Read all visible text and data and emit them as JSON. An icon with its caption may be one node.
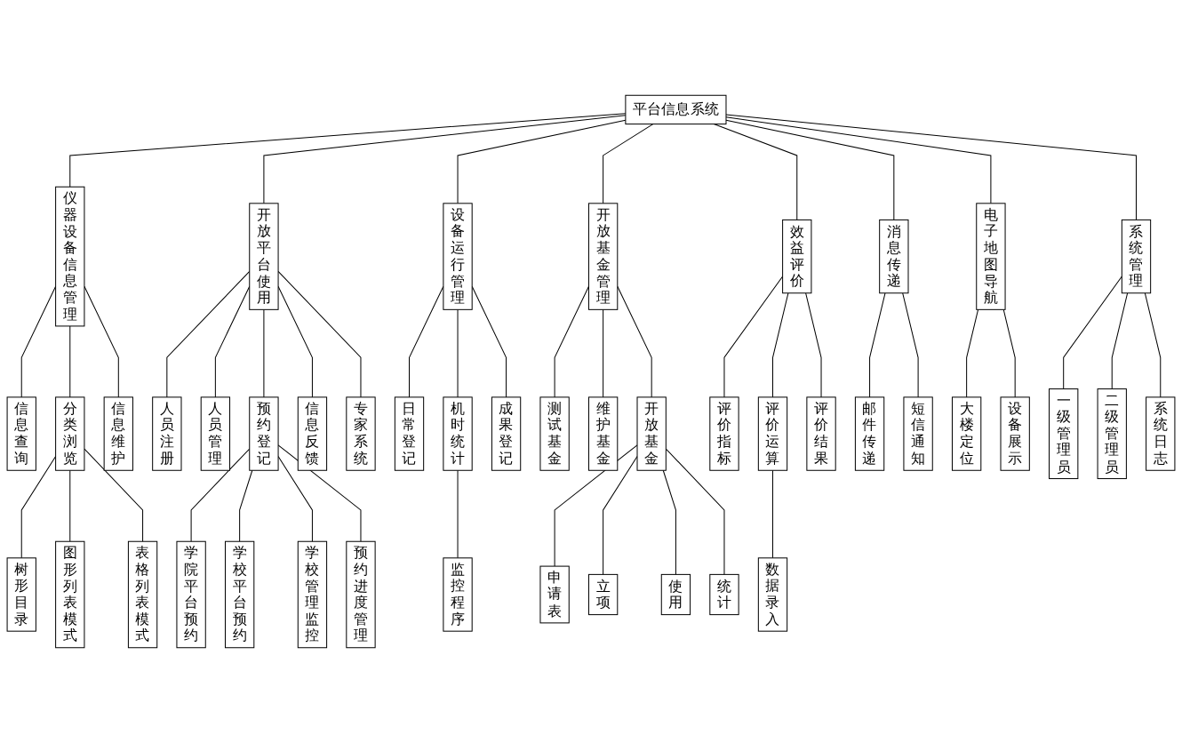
{
  "diagram": {
    "nodes": [
      {
        "text": [
          "平台信息系统"
        ]
      },
      {
        "text": [
          "仪器设备信息管理"
        ]
      },
      {
        "text": [
          "开放平台使用"
        ]
      },
      {
        "text": [
          "设备运行管理"
        ]
      },
      {
        "text": [
          "开放基金管理"
        ]
      },
      {
        "text": [
          "效益评价"
        ]
      },
      {
        "text": [
          "消息传递"
        ]
      },
      {
        "text": [
          "电子地图导航"
        ]
      },
      {
        "text": [
          "系统管理"
        ]
      },
      {
        "text": [
          "信息查询"
        ]
      },
      {
        "text": [
          "分类浏览"
        ]
      },
      {
        "text": [
          "信息维护"
        ]
      },
      {
        "text": [
          "人员注册"
        ]
      },
      {
        "text": [
          "人员管理"
        ]
      },
      {
        "text": [
          "预约登记"
        ]
      },
      {
        "text": [
          "信息反馈"
        ]
      },
      {
        "text": [
          "专家系统"
        ]
      },
      {
        "text": [
          "日常登记"
        ]
      },
      {
        "text": [
          "机时统计"
        ]
      },
      {
        "text": [
          "成果登记"
        ]
      },
      {
        "text": [
          "测试基金"
        ]
      },
      {
        "text": [
          "维护基金"
        ]
      },
      {
        "text": [
          "开放基金"
        ]
      },
      {
        "text": [
          "评价指标"
        ]
      },
      {
        "text": [
          "评价运算"
        ]
      },
      {
        "text": [
          "评价结果"
        ]
      },
      {
        "text": [
          "邮件传递"
        ]
      },
      {
        "text": [
          "短信通知"
        ]
      },
      {
        "text": [
          "大楼定位"
        ]
      },
      {
        "text": [
          "设备展示"
        ]
      },
      {
        "text": [
          "一级管理员"
        ]
      },
      {
        "text": [
          "二级管理员"
        ]
      },
      {
        "text": [
          "系统日志"
        ]
      },
      {
        "text": [
          "树形目录"
        ]
      },
      {
        "text": [
          "图形列表模式"
        ]
      },
      {
        "text": [
          "表格列表模式"
        ]
      },
      {
        "text": [
          "学院平台预约"
        ]
      },
      {
        "text": [
          "学校平台预约"
        ]
      },
      {
        "text": [
          "学校管理监控"
        ]
      },
      {
        "text": [
          "预约进度管理"
        ]
      },
      {
        "text": [
          "监控程序"
        ]
      },
      {
        "text": [
          "申请表"
        ]
      },
      {
        "text": [
          "立项"
        ]
      },
      {
        "text": [
          "使用"
        ]
      },
      {
        "text": [
          "统计"
        ]
      },
      {
        "text": [
          "数据录入"
        ]
      }
    ],
    "edges": [
      {
        "from": 0,
        "to": 1,
        "arrow": "none"
      },
      {
        "from": 0,
        "to": 2,
        "arrow": "none"
      },
      {
        "from": 0,
        "to": 3,
        "arrow": "none"
      },
      {
        "from": 0,
        "to": 4,
        "arrow": "none"
      },
      {
        "from": 0,
        "to": 5,
        "arrow": "none"
      },
      {
        "from": 0,
        "to": 6,
        "arrow": "none"
      },
      {
        "from": 0,
        "to": 7,
        "arrow": "none"
      },
      {
        "from": 0,
        "to": 8,
        "arrow": "none"
      },
      {
        "from": 1,
        "to": 9,
        "arrow": "none"
      },
      {
        "from": 1,
        "to": 10,
        "arrow": "none"
      },
      {
        "from": 1,
        "to": 11,
        "arrow": "none"
      },
      {
        "from": 2,
        "to": 12,
        "arrow": "none"
      },
      {
        "from": 2,
        "to": 13,
        "arrow": "none"
      },
      {
        "from": 2,
        "to": 14,
        "arrow": "none"
      },
      {
        "from": 2,
        "to": 15,
        "arrow": "none"
      },
      {
        "from": 2,
        "to": 16,
        "arrow": "none"
      },
      {
        "from": 3,
        "to": 17,
        "arrow": "none"
      },
      {
        "from": 3,
        "to": 18,
        "arrow": "none"
      },
      {
        "from": 3,
        "to": 19,
        "arrow": "none"
      },
      {
        "from": 4,
        "to": 20,
        "arrow": "none"
      },
      {
        "from": 4,
        "to": 21,
        "arrow": "none"
      },
      {
        "from": 4,
        "to": 22,
        "arrow": "none"
      },
      {
        "from": 5,
        "to": 23,
        "arrow": "none"
      },
      {
        "from": 5,
        "to": 24,
        "arrow": "none"
      },
      {
        "from": 5,
        "to": 25,
        "arrow": "none"
      },
      {
        "from": 6,
        "to": 26,
        "arrow": "none"
      },
      {
        "from": 6,
        "to": 27,
        "arrow": "none"
      },
      {
        "from": 7,
        "to": 28,
        "arrow": "none"
      },
      {
        "from": 7,
        "to": 29,
        "arrow": "none"
      },
      {
        "from": 8,
        "to": 30,
        "arrow": "none"
      },
      {
        "from": 8,
        "to": 31,
        "arrow": "none"
      },
      {
        "from": 8,
        "to": 32,
        "arrow": "none"
      },
      {
        "from": 10,
        "to": 33,
        "arrow": "none"
      },
      {
        "from": 10,
        "to": 34,
        "arrow": "none"
      },
      {
        "from": 10,
        "to": 35,
        "arrow": "none"
      },
      {
        "from": 14,
        "to": 36,
        "arrow": "none"
      },
      {
        "from": 14,
        "to": 37,
        "arrow": "none"
      },
      {
        "from": 14,
        "to": 38,
        "arrow": "none"
      },
      {
        "from": 14,
        "to": 39,
        "arrow": "none"
      },
      {
        "from": 18,
        "to": 40,
        "arrow": "none"
      },
      {
        "from": 22,
        "to": 41,
        "arrow": "none"
      },
      {
        "from": 22,
        "to": 42,
        "arrow": "none"
      },
      {
        "from": 22,
        "to": 43,
        "arrow": "none"
      },
      {
        "from": 22,
        "to": 44,
        "arrow": "none"
      },
      {
        "from": 24,
        "to": 45,
        "arrow": "none"
      }
    ]
  }
}
